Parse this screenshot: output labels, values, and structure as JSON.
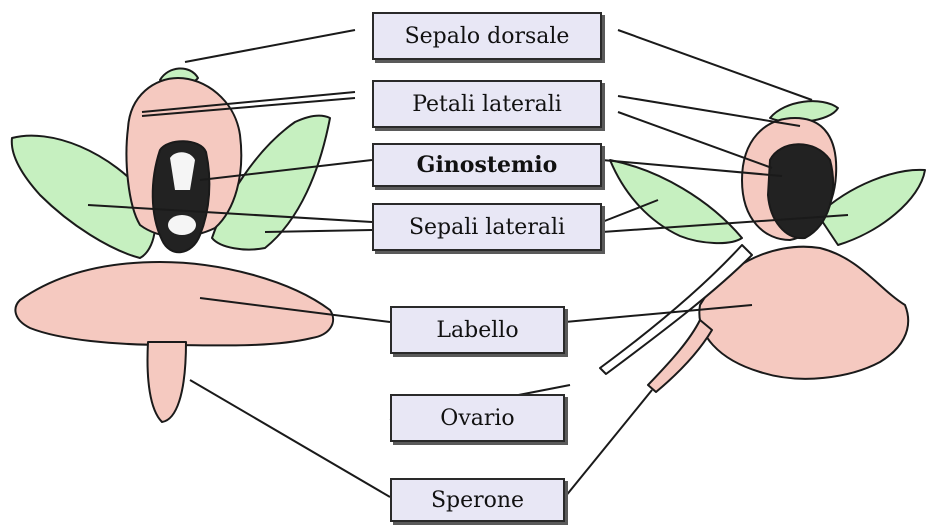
{
  "labels": {
    "sepalo_dorsale": "Sepalo dorsale",
    "petali_laterali": "Petali laterali",
    "ginostemio": "Ginostemio",
    "sepali_laterali": "Sepali laterali",
    "labello": "Labello",
    "ovario": "Ovario",
    "sperone": "Sperone"
  },
  "colors": {
    "sepal_green": "#c6f0c0",
    "petal_pink": "#f5c9c0",
    "box_fill": "#e8e7f5",
    "ink": "#111111"
  }
}
